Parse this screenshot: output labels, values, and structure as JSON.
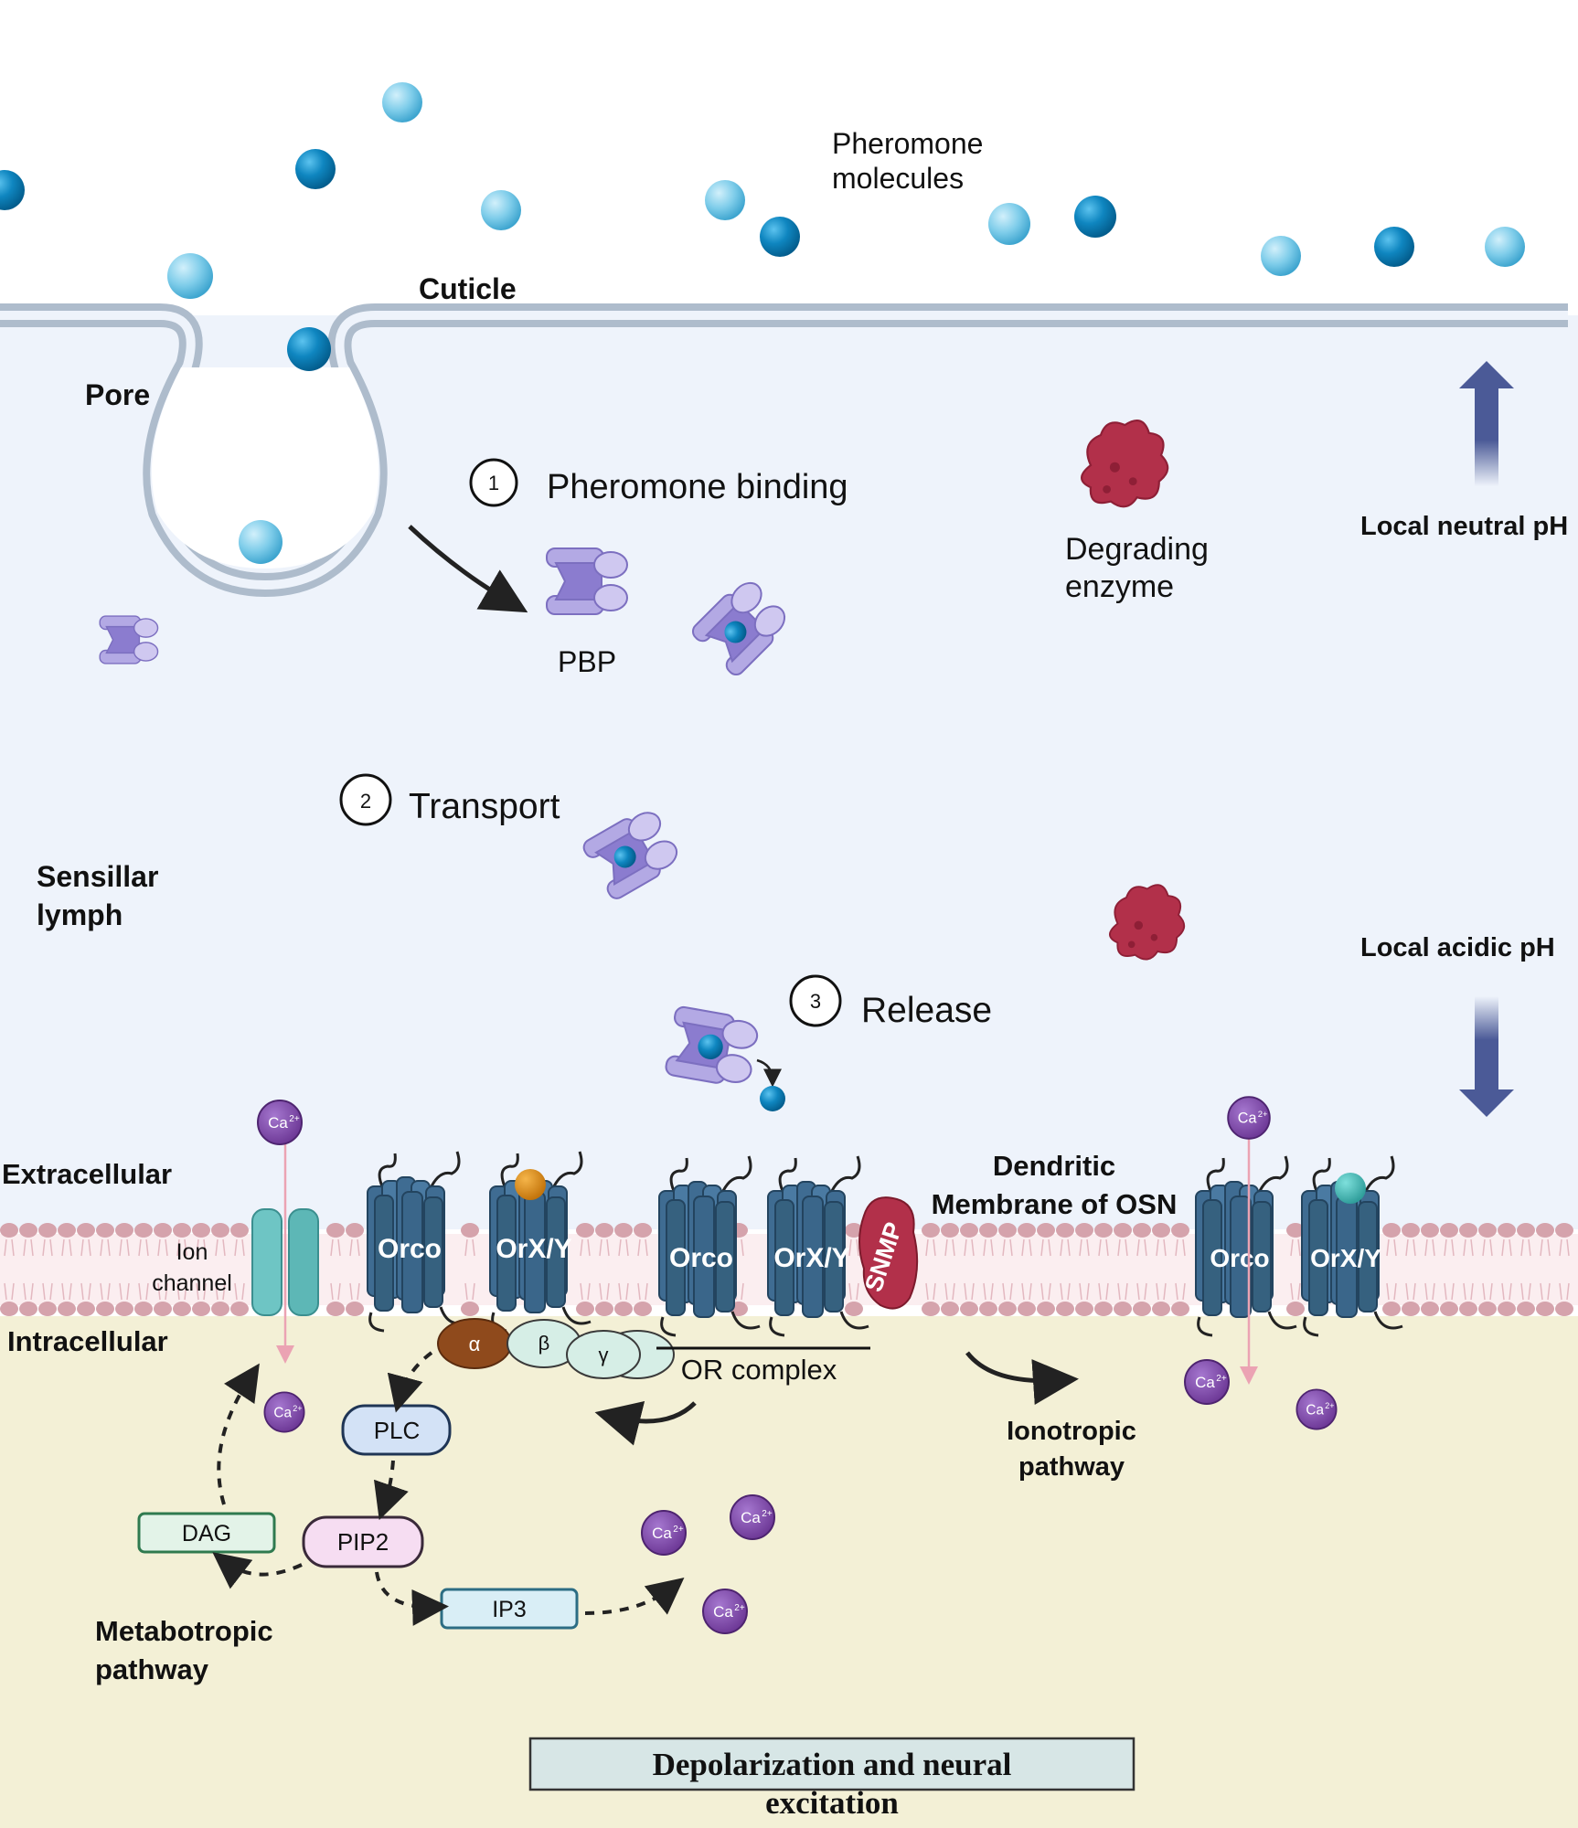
{
  "labels": {
    "pheromone_line1": "Pheromone",
    "pheromone_line2": "molecules",
    "cuticle": "Cuticle",
    "pore": "Pore",
    "step1_num": "1",
    "step1": "Pheromone binding",
    "pbp": "PBP",
    "degrading1": "Degrading",
    "degrading2": "enzyme",
    "local_neutral": "Local neutral pH",
    "local_acidic": "Local acidic pH",
    "step2_num": "2",
    "step2": "Transport",
    "sensillar1": "Sensillar",
    "sensillar2": "lymph",
    "step3_num": "3",
    "step3": "Release",
    "extracellular": "Extracellular",
    "intracellular": "Intracellular",
    "ion1": "Ion",
    "ion2": "channel",
    "dendritic1": "Dendritic",
    "dendritic2": "Membrane of OSN",
    "orco": "Orco",
    "orxy": "OrX/Y",
    "snmp": "SNMP",
    "alpha": "α",
    "beta": "β",
    "gamma": "γ",
    "or_complex": "OR complex",
    "ionotropic1": "Ionotropic",
    "ionotropic2": "pathway",
    "plc": "PLC",
    "pip2": "PIP2",
    "dag": "DAG",
    "ip3": "IP3",
    "metabotropic1": "Metabotropic",
    "metabotropic2": "pathway",
    "ca_base": "Ca",
    "ca_sup": "2+",
    "depol1": "Depolarization and neural",
    "depol2": "excitation"
  },
  "colors": {
    "lymph": "#eef3fb",
    "cytoplasm": "#f3f0d6",
    "cuticle_stroke": "#aebccc",
    "pheromone_light": "#7fcdea",
    "pheromone_dark": "#0f86c0",
    "pbp": "#9e92d6",
    "enzyme": "#b2304a",
    "receptor": "#3f6c92",
    "calcium": "#7d45a8",
    "arrow_ph": "#4b5a97",
    "depol_box": "#d7e6e6"
  }
}
